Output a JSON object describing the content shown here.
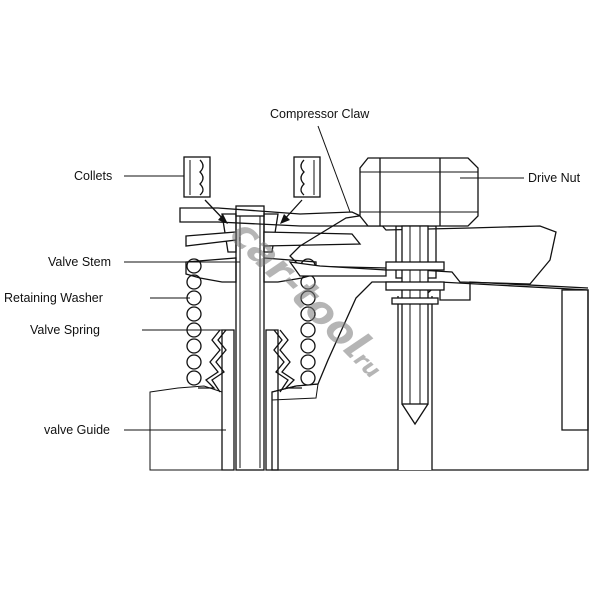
{
  "labels": {
    "compressor_claw": "Compressor Claw",
    "drive_nut": "Drive Nut",
    "collets": "Collets",
    "valve_stem": "Valve Stem",
    "retaining_washer": "Retaining Washer",
    "valve_spring": "Valve Spring",
    "valve_guide": "valve Guide"
  },
  "watermark": {
    "main": "car-tool",
    "suffix": ".ru"
  },
  "colors": {
    "ink": "#111111",
    "background": "#ffffff",
    "watermark": "#7a7a7a"
  }
}
